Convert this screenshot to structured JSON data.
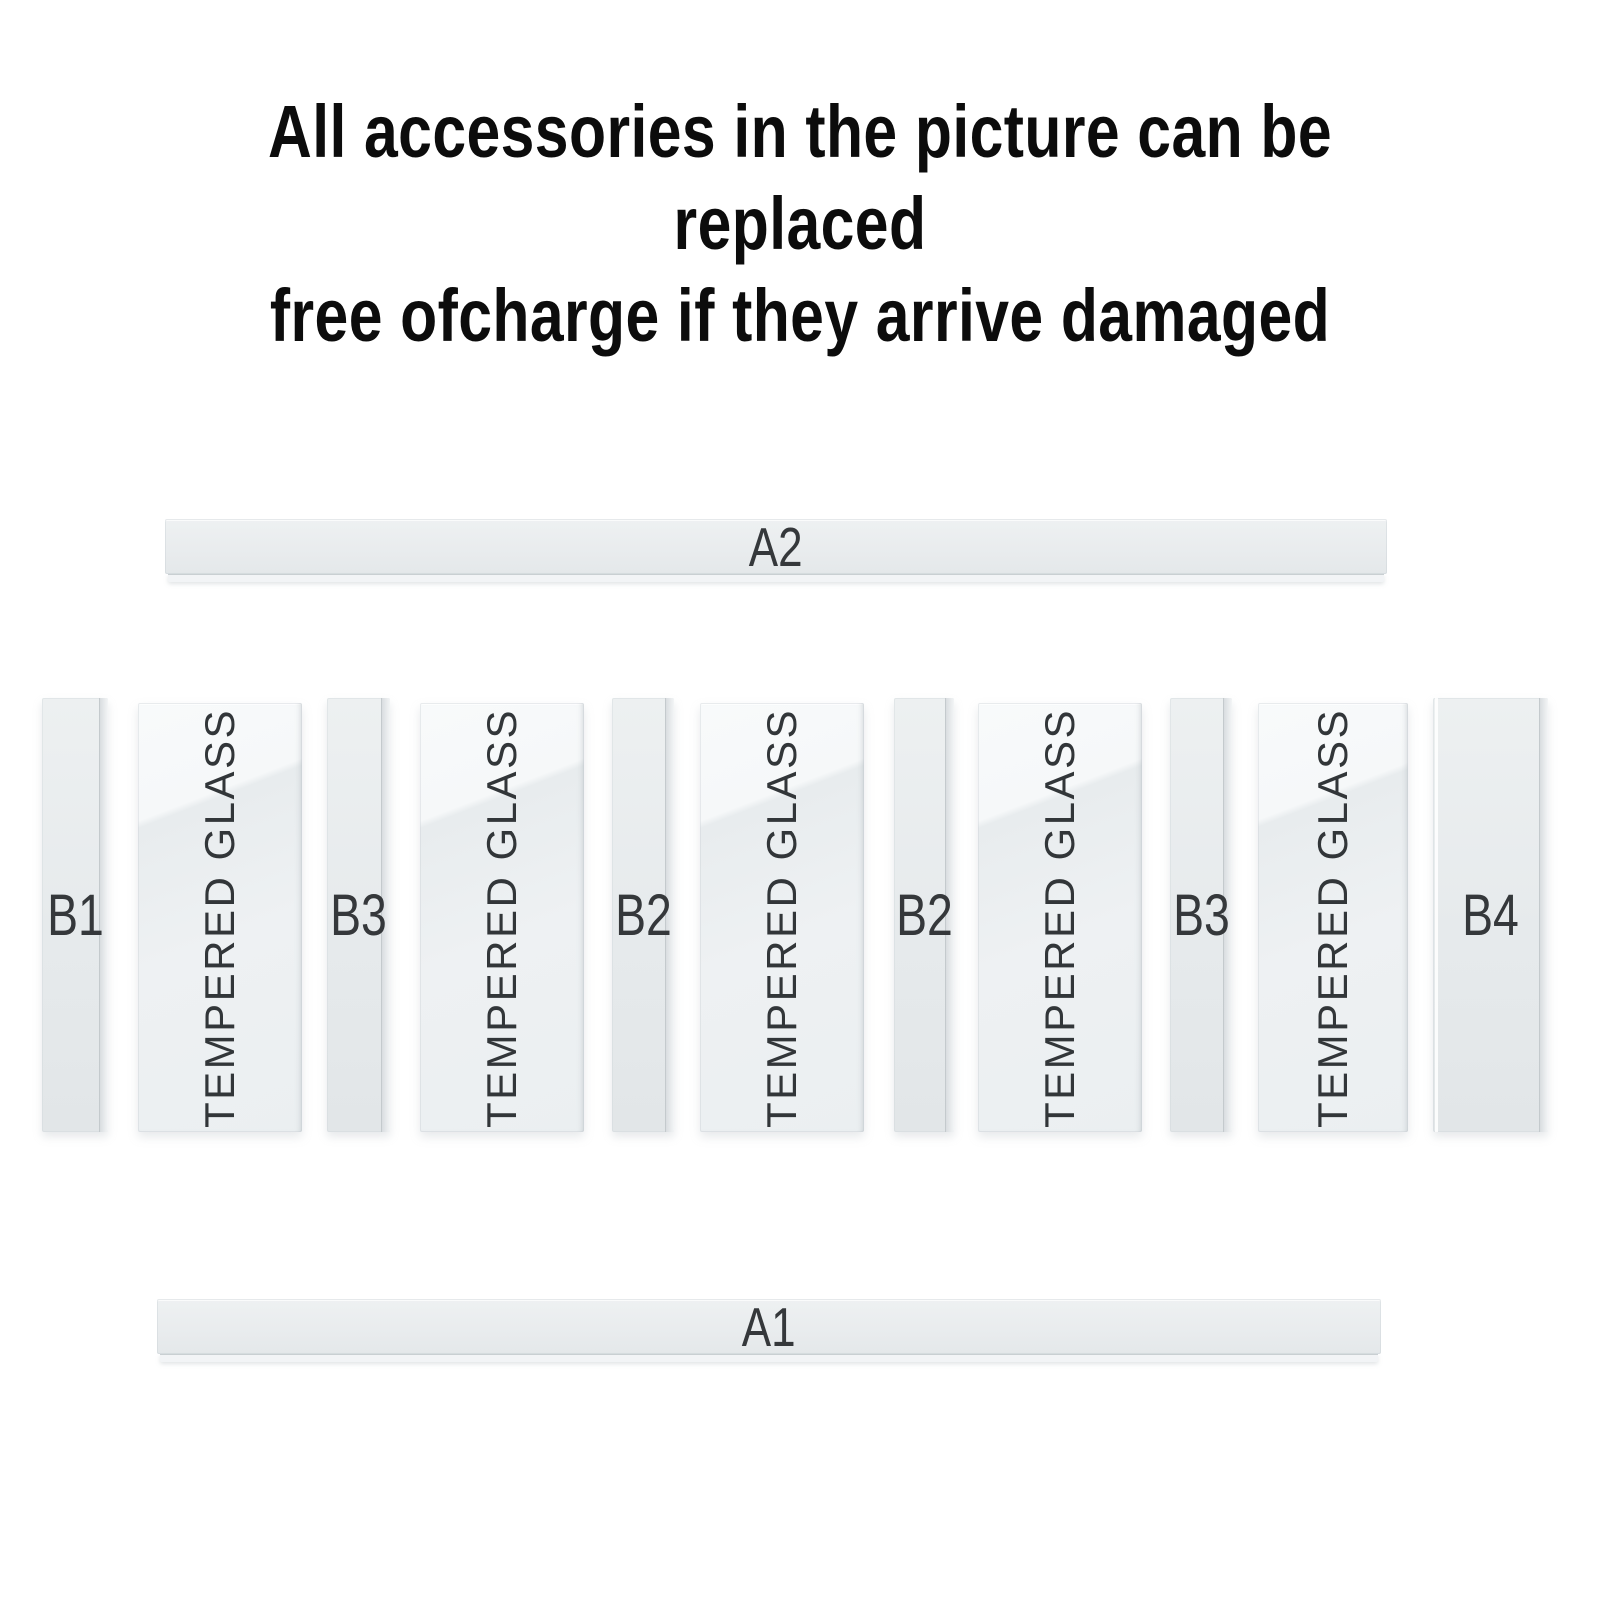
{
  "heading": {
    "line1": "All accessories in the picture can be replaced",
    "line2": "free ofcharge if they arrive damaged"
  },
  "rails": {
    "top": {
      "label": "A2"
    },
    "bottom": {
      "label": "A1"
    }
  },
  "pieces": [
    {
      "type": "bar",
      "label": "B1"
    },
    {
      "type": "glass",
      "label": "TEMPERED GLASS"
    },
    {
      "type": "bar",
      "label": "B3"
    },
    {
      "type": "glass",
      "label": "TEMPERED GLASS"
    },
    {
      "type": "bar",
      "label": "B2"
    },
    {
      "type": "glass",
      "label": "TEMPERED GLASS"
    },
    {
      "type": "bar",
      "label": "B2"
    },
    {
      "type": "glass",
      "label": "TEMPERED GLASS"
    },
    {
      "type": "bar",
      "label": "B3"
    },
    {
      "type": "glass",
      "label": "TEMPERED GLASS"
    },
    {
      "type": "bar",
      "label": "B4"
    }
  ],
  "colors": {
    "background": "#ffffff",
    "heading_text": "#0c0c0c",
    "piece_face": "#e6eaec",
    "glass_face": "#eef1f3",
    "glass_highlight": "#f8fafb",
    "label_text": "#35383b",
    "glass_text": "#323639"
  }
}
